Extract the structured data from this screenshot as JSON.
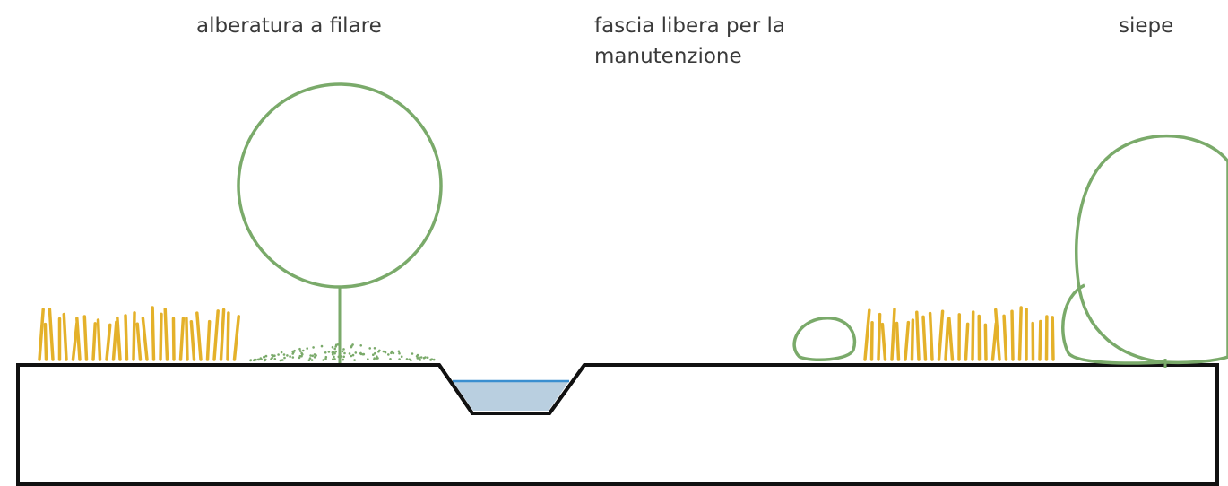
{
  "labels": {
    "tree_row": "alberatura a filare",
    "maintenance_strip": [
      "fascia libera per la",
      "manutenzione"
    ],
    "hedge": "siepe"
  },
  "colors": {
    "outline": "#111111",
    "vegetation": "#7aaa6a",
    "grass": "#e4b12a",
    "water": "#b9cfe0",
    "water_line": "#3a8fd0",
    "gravel": "#7aaa6a",
    "text": "#3a3a3a"
  }
}
